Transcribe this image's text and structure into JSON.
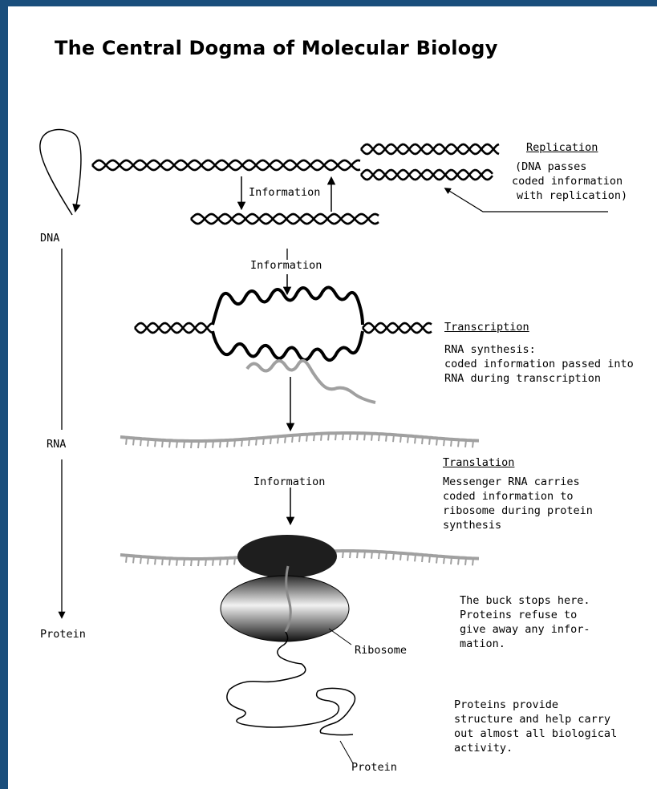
{
  "title": "The Central Dogma of Molecular Biology",
  "left_axis": {
    "dna": "DNA",
    "rna": "RNA",
    "protein": "Protein"
  },
  "replication": {
    "heading": "Replication",
    "lines": [
      "(DNA passes",
      "coded information",
      "with replication)"
    ],
    "information_label": "Information"
  },
  "transcription": {
    "information_label": "Information",
    "heading": "Transcription",
    "lines": [
      "RNA synthesis:",
      "coded information passed into",
      "RNA during transcription"
    ]
  },
  "translation": {
    "information_label": "Information",
    "heading": "Translation",
    "lines": [
      "Messenger RNA carries",
      "coded information to",
      "ribosome during protein",
      "synthesis"
    ]
  },
  "ribosome_label": "Ribosome",
  "protein_label": "Protein",
  "buck_note": [
    "The buck stops here.",
    "Proteins refuse to",
    "give away any infor-",
    "mation."
  ],
  "protein_note": [
    "Proteins provide",
    "structure and help carry",
    "out almost all biological",
    "activity."
  ],
  "colors": {
    "background": "#1a4e7c",
    "panel": "#ffffff",
    "ink": "#000000",
    "rna": "#a0a0a0"
  }
}
